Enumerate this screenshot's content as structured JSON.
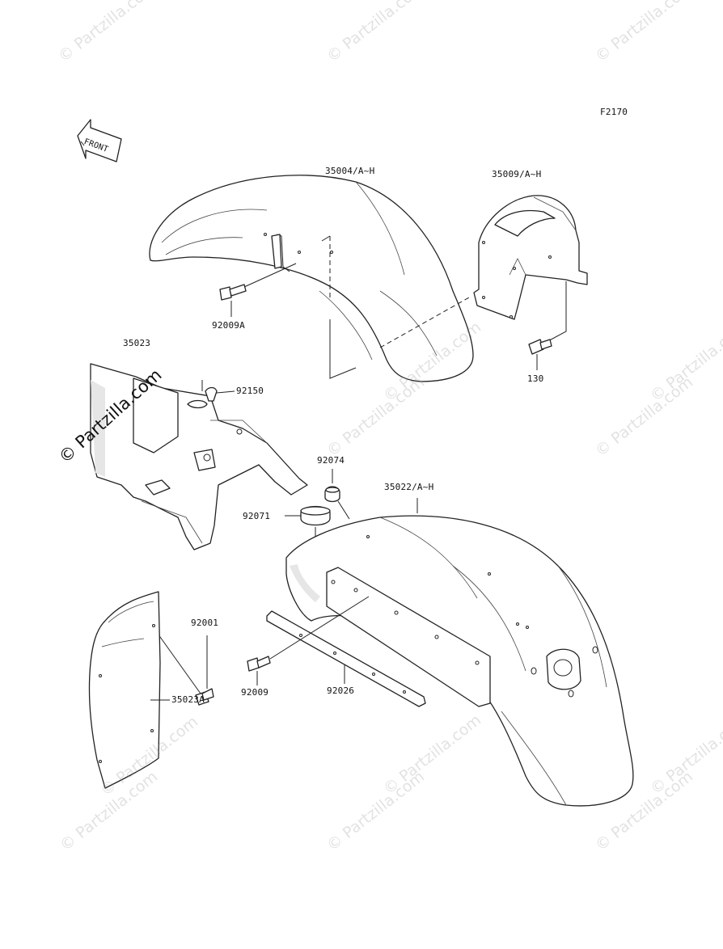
{
  "diagram": {
    "code": "F2170",
    "front_badge": "FRONT",
    "watermark": "© Partzilla.com",
    "parts": {
      "front_fender": "35004/A~H",
      "fender_bracket": "35009/A~H",
      "bolt_front": "92009A",
      "bolt_130": "130",
      "rear_frame_bracket": "35023",
      "grommet_92150": "92150",
      "grommet_92074": "92074",
      "rear_fender": "35022/A~H",
      "damper_92071": "92071",
      "bolt_92001": "92001",
      "rear_flap": "35023A",
      "bolt_92009": "92009",
      "plate_92026": "92026"
    }
  }
}
